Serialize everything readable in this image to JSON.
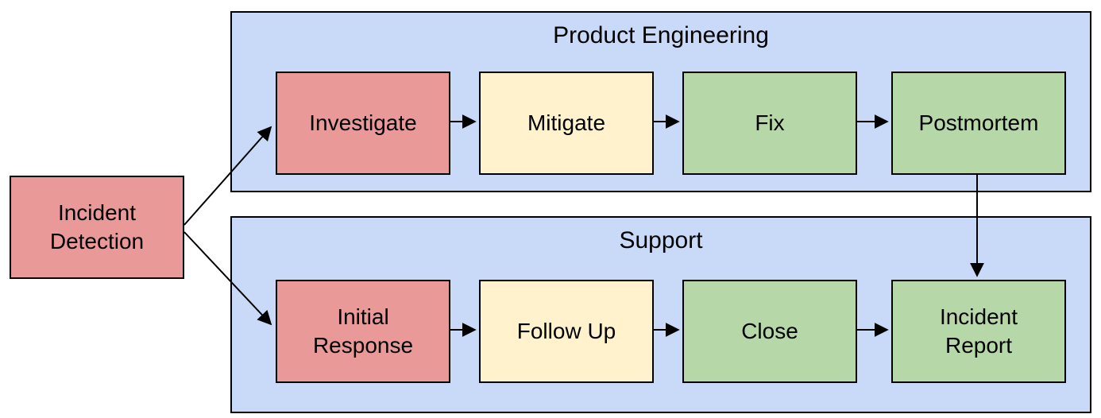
{
  "diagram": {
    "colors": {
      "lane_fill": "#c9daf8",
      "node_red": "#ea9999",
      "node_yellow": "#fff2cc",
      "node_green": "#b6d7a8",
      "border": "#000000"
    },
    "detection": {
      "label": "Incident\nDetection",
      "color": "#ea9999"
    },
    "lanes": [
      {
        "title": "Product Engineering",
        "nodes": [
          {
            "label": "Investigate",
            "color": "#ea9999"
          },
          {
            "label": "Mitigate",
            "color": "#fff2cc"
          },
          {
            "label": "Fix",
            "color": "#b6d7a8"
          },
          {
            "label": "Postmortem",
            "color": "#b6d7a8"
          }
        ]
      },
      {
        "title": "Support",
        "nodes": [
          {
            "label": "Initial\nResponse",
            "color": "#ea9999"
          },
          {
            "label": "Follow Up",
            "color": "#fff2cc"
          },
          {
            "label": "Close",
            "color": "#b6d7a8"
          },
          {
            "label": "Incident\nReport",
            "color": "#b6d7a8"
          }
        ]
      }
    ],
    "edges": [
      {
        "from": "Incident Detection",
        "to": "Investigate"
      },
      {
        "from": "Incident Detection",
        "to": "Initial Response"
      },
      {
        "from": "Investigate",
        "to": "Mitigate"
      },
      {
        "from": "Mitigate",
        "to": "Fix"
      },
      {
        "from": "Fix",
        "to": "Postmortem"
      },
      {
        "from": "Postmortem",
        "to": "Incident Report"
      },
      {
        "from": "Initial Response",
        "to": "Follow Up"
      },
      {
        "from": "Follow Up",
        "to": "Close"
      },
      {
        "from": "Close",
        "to": "Incident Report"
      }
    ]
  }
}
